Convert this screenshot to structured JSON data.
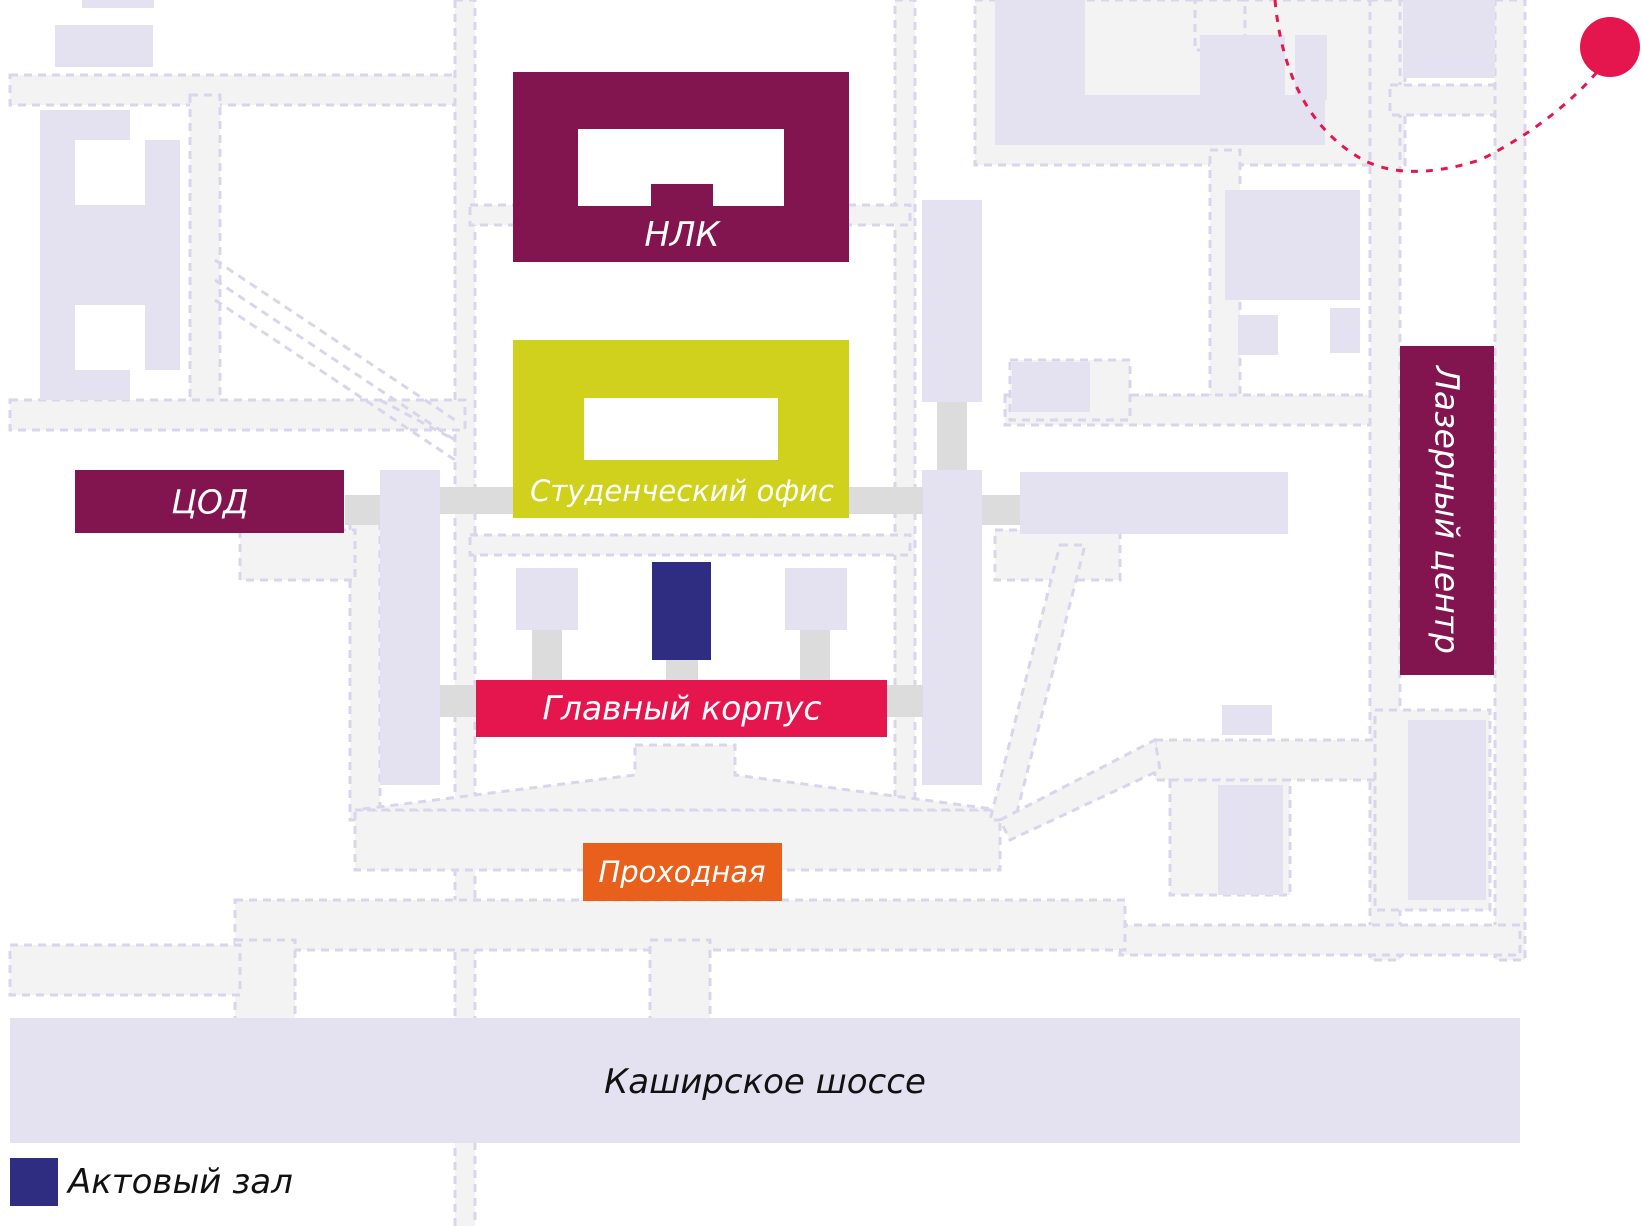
{
  "buildings": {
    "nlk": {
      "label": "НЛК",
      "color": "#82154f"
    },
    "student_office": {
      "label": "Студенческий офис",
      "color": "#cfd11d"
    },
    "tsod": {
      "label": "ЦОД",
      "color": "#82154f"
    },
    "main_building": {
      "label": "Главный корпус",
      "color": "#e5164e"
    },
    "laser_center": {
      "label": "Лазерный центр",
      "color": "#82154f"
    },
    "checkpoint": {
      "label": "Проходная",
      "color": "#e8601c"
    },
    "assembly_hall": {
      "color": "#2e2d82"
    }
  },
  "road": {
    "label": "Каширское шоссе",
    "color": "#e4e1f0"
  },
  "legend": {
    "label": "Актовый зал",
    "color": "#2e2d82"
  },
  "route": {
    "color": "#e5164e"
  }
}
